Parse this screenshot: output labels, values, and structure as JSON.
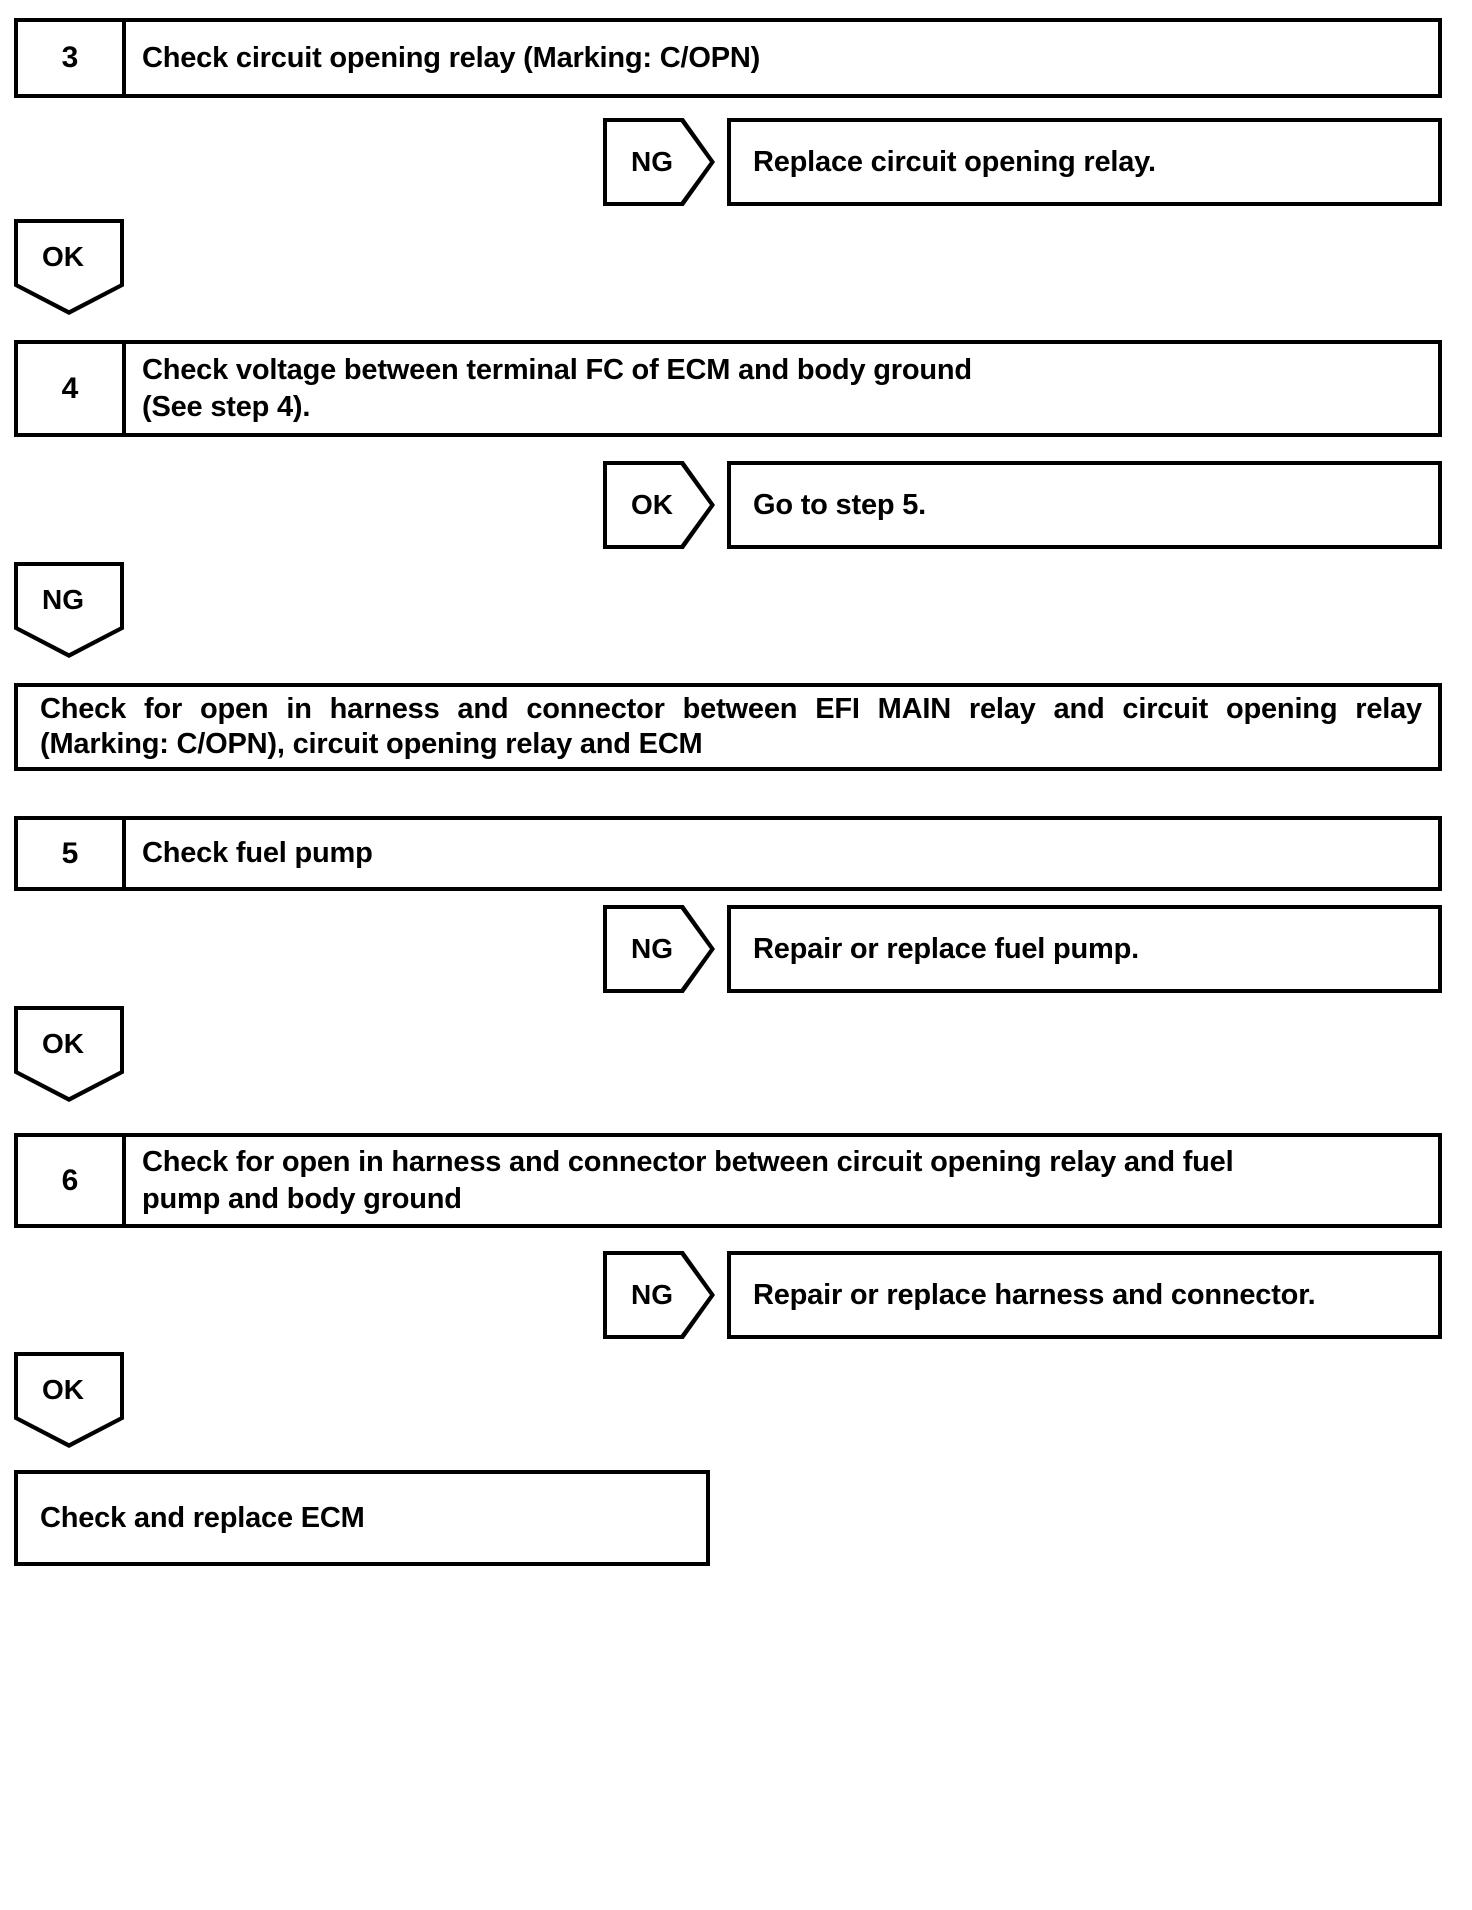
{
  "diagram": {
    "type": "troubleshooting-flowchart",
    "steps": [
      {
        "number": "3",
        "lines": [
          "Check circuit opening relay (Marking: C/OPN)"
        ]
      },
      {
        "number": "4",
        "lines": [
          "Check voltage between terminal FC of ECM and body ground",
          "(See step 4)."
        ]
      },
      {
        "number": "5",
        "lines": [
          "Check fuel pump"
        ]
      },
      {
        "number": "6",
        "lines": [
          "Check for open in harness and connector between circuit opening relay and fuel",
          "pump and body ground"
        ]
      }
    ],
    "branches": [
      {
        "label": "NG",
        "result": "Replace circuit opening relay."
      },
      {
        "label": "OK",
        "result": "Go to step 5."
      },
      {
        "label": "NG",
        "result": "Repair or replace fuel pump."
      },
      {
        "label": "NG",
        "result": "Repair or replace harness and connector."
      }
    ],
    "down_arrows": [
      {
        "label": "OK"
      },
      {
        "label": "NG"
      },
      {
        "label": "OK"
      },
      {
        "label": "OK"
      }
    ],
    "notes": [
      {
        "line1": "Check for open in harness and connector between EFI MAIN relay and circuit opening relay",
        "line2": "(Marking: C/OPN), circuit opening relay and ECM"
      }
    ],
    "final": {
      "text": "Check and replace ECM"
    },
    "colors": {
      "stroke": "#000000",
      "background": "#ffffff",
      "text": "#000000"
    }
  }
}
